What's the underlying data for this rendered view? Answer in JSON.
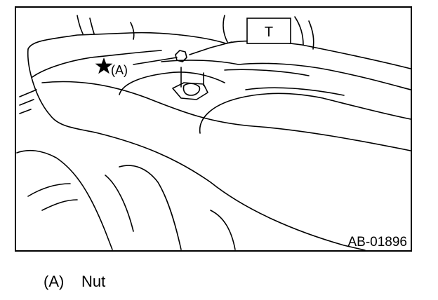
{
  "figure": {
    "tag": "T",
    "callout": "(A)",
    "reference_code": "AB-01896"
  },
  "legend": [
    {
      "key": "(A)",
      "label": "Nut"
    }
  ],
  "colors": {
    "ink": "#000000",
    "paper": "#ffffff"
  },
  "icons": {
    "callout_marker": "star-icon"
  }
}
